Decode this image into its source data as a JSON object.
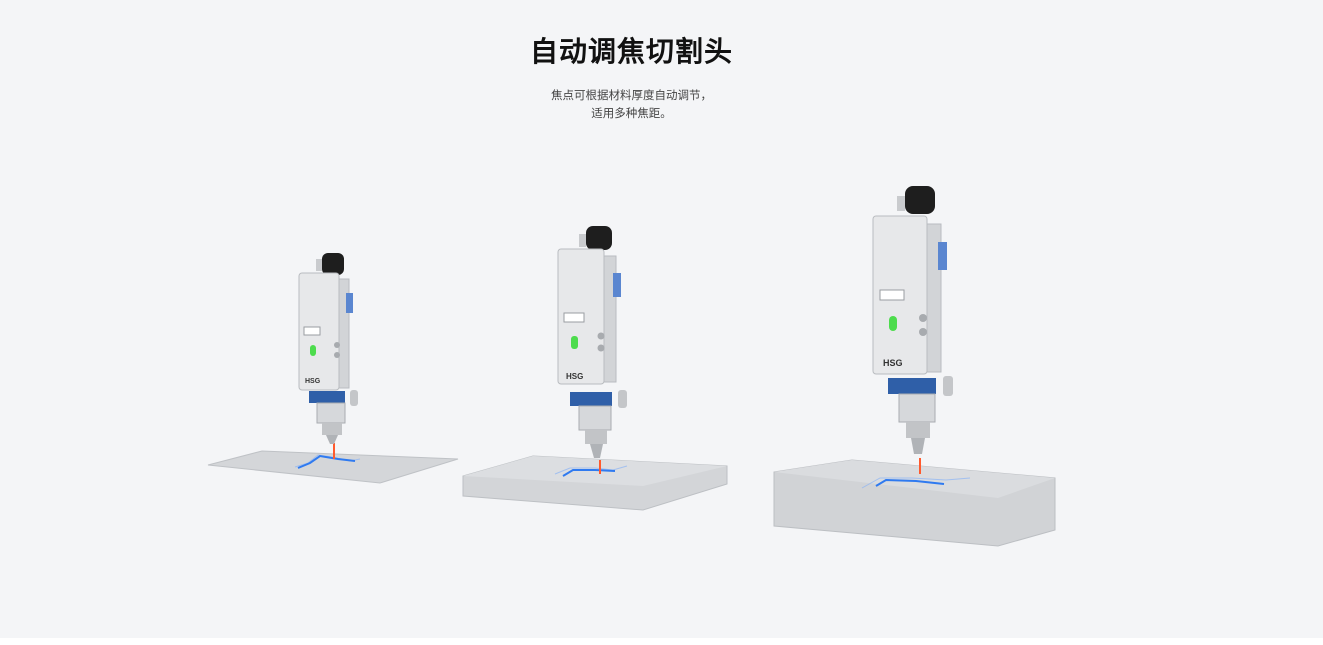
{
  "section": {
    "title": "自动调焦切割头",
    "description_lines": [
      "焦点可根据材料厚度自动调节，",
      "适用多种焦距。"
    ]
  },
  "heads": [
    {
      "brand": "HSG"
    },
    {
      "brand": "HSG"
    },
    {
      "brand": "HSG"
    }
  ],
  "colors": {
    "background": "#f4f5f7",
    "head_body": "#e7e8ea",
    "head_band": "#2f5fa8",
    "indicator": "#4ddc4d",
    "laser": "#ff5a2e",
    "cut_path": "#2f7af0"
  }
}
